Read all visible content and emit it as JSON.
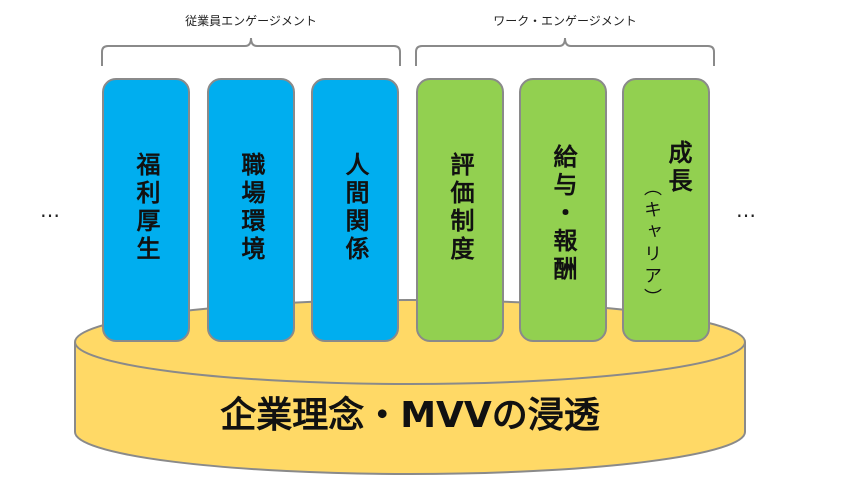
{
  "groups": {
    "employee": "従業員エンゲージメント",
    "work": "ワーク・エンゲージメント"
  },
  "pillars": [
    {
      "label": "福利厚生",
      "color": "#00aeef"
    },
    {
      "label": "職場環境",
      "color": "#00aeef"
    },
    {
      "label": "人間関係",
      "color": "#00aeef"
    },
    {
      "label": "評価制度",
      "color": "#92d050"
    },
    {
      "label_col1": "給与",
      "label_col2": "・報酬",
      "color": "#92d050"
    },
    {
      "label_col1": "成長",
      "label_col2": "（キャリア）",
      "color": "#92d050"
    }
  ],
  "ellipsis_left": "…",
  "ellipsis_right": "…",
  "foundation": {
    "label": "企業理念・MVVの浸透",
    "color": "#ffd966"
  }
}
